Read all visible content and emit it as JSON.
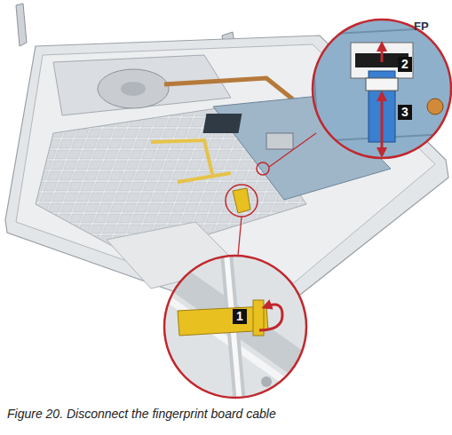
{
  "diagram": {
    "caption": "Figure 20. Disconnect the fingerprint board cable",
    "labels": [
      "FP",
      "2",
      "3",
      "1"
    ]
  }
}
